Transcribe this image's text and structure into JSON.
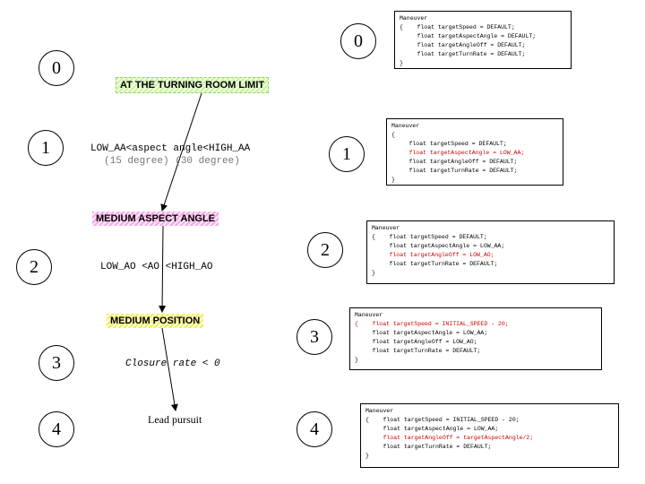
{
  "steps": [
    "0",
    "1",
    "2",
    "3",
    "4"
  ],
  "states": {
    "turning_room": "AT THE  TURNING ROOM LIMIT",
    "medium_aspect": "MEDIUM ASPECT ANGLE",
    "medium_position": "MEDIUM POSITION"
  },
  "conditions": {
    "aspect_angle": "LOW_AA<aspect angle<HIGH_AA",
    "aspect_degrees": "(15 degree) (30 degree)",
    "angle_off": "LOW_AO <AO <HIGH_AO",
    "closure": "Closure rate < 0",
    "outcome": "Lead pursuit"
  },
  "maneuvers": [
    {
      "title": "Maneuver",
      "lines": [
        {
          "text": "{    float targetSpeed = DEFAULT;",
          "red": false
        },
        {
          "text": "     float targetAspectAngle = DEFAULT;",
          "red": false
        },
        {
          "text": "     float targetAngleOff = DEFAULT;",
          "red": false
        },
        {
          "text": "     float targetTurnRate = DEFAULT;",
          "red": false
        },
        {
          "text": "}",
          "red": false
        }
      ]
    },
    {
      "title": "Maneuver",
      "lines": [
        {
          "text": "{",
          "red": false
        },
        {
          "text": "     float targetSpeed = DEFAULT;",
          "red": false
        },
        {
          "text": "     float targetAspectAngle = LOW_AA;",
          "red": true
        },
        {
          "text": "     float targetAngleOff = DEFAULT;",
          "red": false
        },
        {
          "text": "     float targetTurnRate = DEFAULT;",
          "red": false
        },
        {
          "text": "}",
          "red": false
        }
      ]
    },
    {
      "title": "Maneuver",
      "lines": [
        {
          "text": "{    float targetSpeed = DEFAULT;",
          "red": false
        },
        {
          "text": "     float targetAspectAngle = LOW_AA;",
          "red": false
        },
        {
          "text": "     float targetAngleOff = LOW_AO;",
          "red": true
        },
        {
          "text": "     float targetTurnRate = DEFAULT;",
          "red": false
        },
        {
          "text": "}",
          "red": false
        }
      ]
    },
    {
      "title": "Maneuver",
      "lines": [
        {
          "text": "{    float targetSpeed = INITIAL_SPEED - 20;",
          "red": true
        },
        {
          "text": "     float targetAspectAngle = LOW_AA;",
          "red": false
        },
        {
          "text": "     float targetAngleOff = LOW_AO;",
          "red": false
        },
        {
          "text": "     float targetTurnRate = DEFAULT;",
          "red": false
        },
        {
          "text": "}",
          "red": false
        }
      ]
    },
    {
      "title": "Maneuver",
      "lines": [
        {
          "text": "{    float targetSpeed = INITIAL_SPEED - 20;",
          "red": false
        },
        {
          "text": "     float targetAspectAngle = LOW_AA;",
          "red": false
        },
        {
          "text": "     float targetAngleOff = targetAspectAngle/2;",
          "red": true
        },
        {
          "text": "     float targetTurnRate = DEFAULT;",
          "red": false
        },
        {
          "text": "}",
          "red": false
        }
      ]
    }
  ]
}
